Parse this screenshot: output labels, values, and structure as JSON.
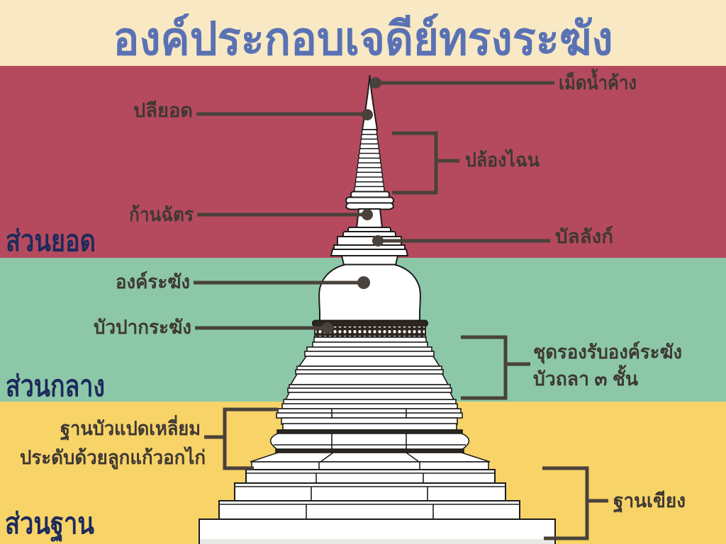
{
  "title": "องค์ประกอบเจดีย์ทรงระฆัง",
  "sections": {
    "top": "ส่วนยอด",
    "middle": "ส่วนกลาง",
    "base": "ส่วนฐาน"
  },
  "labels": {
    "dew_drop": "เม็ดน้ำค้าง",
    "top_spire": "ปลียอด",
    "spire_rings": "ปล้องไฉน",
    "umbrella_stem": "ก้านฉัตร",
    "throne": "บัลลังก์",
    "bell": "องค์ระฆัง",
    "bell_mouth_lotus": "บัวปากระฆัง",
    "bell_support_line1": "ชุดรองรับองค์ระฆัง",
    "bell_support_line2": "บัวถลา ๓ ชั้น",
    "octagonal_base_line1": "ฐานบัวแปดเหลี่ยม",
    "octagonal_base_line2": "ประดับด้วยลูกแก้วอกไก่",
    "plinth_base": "ฐานเขียง"
  },
  "colors": {
    "header_bg": "#f8e9c4",
    "top_band": "#b54a5e",
    "middle_band": "#8cc8a8",
    "base_band": "#f7d368",
    "title_text": "#5a72b4",
    "section_text": "#1d2a5c",
    "label_text": "#3e3833",
    "line": "#49413b",
    "dark_band": "#2d2620",
    "stupa_fill": "#ffffff",
    "stupa_outline": "#1c1c1c"
  }
}
